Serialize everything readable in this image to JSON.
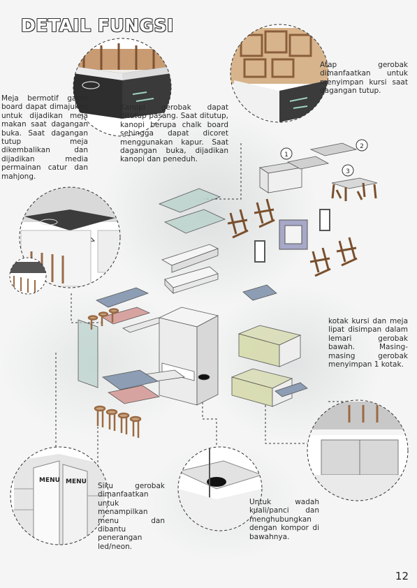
{
  "title": "DETAIL FUNGSI",
  "notes": {
    "game_table": "Meja bermotif game board dapat dimajukan untuk dijadikan meja makan saat dagangan buka. Saat dagangan tutup meja dikembalikan dan dijadikan media permainan catur dan mahjong.",
    "canopy": "Kanopi gerobak dapat ditutup pasang. Saat ditutup, kanopi berupa chalk board sehingga dapat dicoret menggunakan kapur. Saat dagangan buka, dijadikan kanopi dan peneduh.",
    "roof": "Atap gerobak dimanfaatkan untuk menyimpan kursi saat dagangan tutup.",
    "storage": "kotak kursi dan meja lipat disimpan dalam lemari gerobak bawah. Masing-masing gerobak menyimpan 1 kotak.",
    "menu_corner": "Siku gerobak dimanfaatkan untuk menampilkan menu dan dibantu penerangan led/neon.",
    "stove": "Untuk wadah kuali/panci dan menghubungkan dengan kompor di bawahnya."
  },
  "steps": [
    "1",
    "2",
    "3"
  ],
  "menu_sign": "MENU",
  "page_number": "12",
  "colors": {
    "wood": "#9a6a44",
    "teal_panel": "#b9d2cc",
    "slate_panel": "#8c9db4",
    "pink_panel": "#d7a3a0",
    "olive_box": "#d6d9a8",
    "purple_frame": "#a7a8c8"
  }
}
